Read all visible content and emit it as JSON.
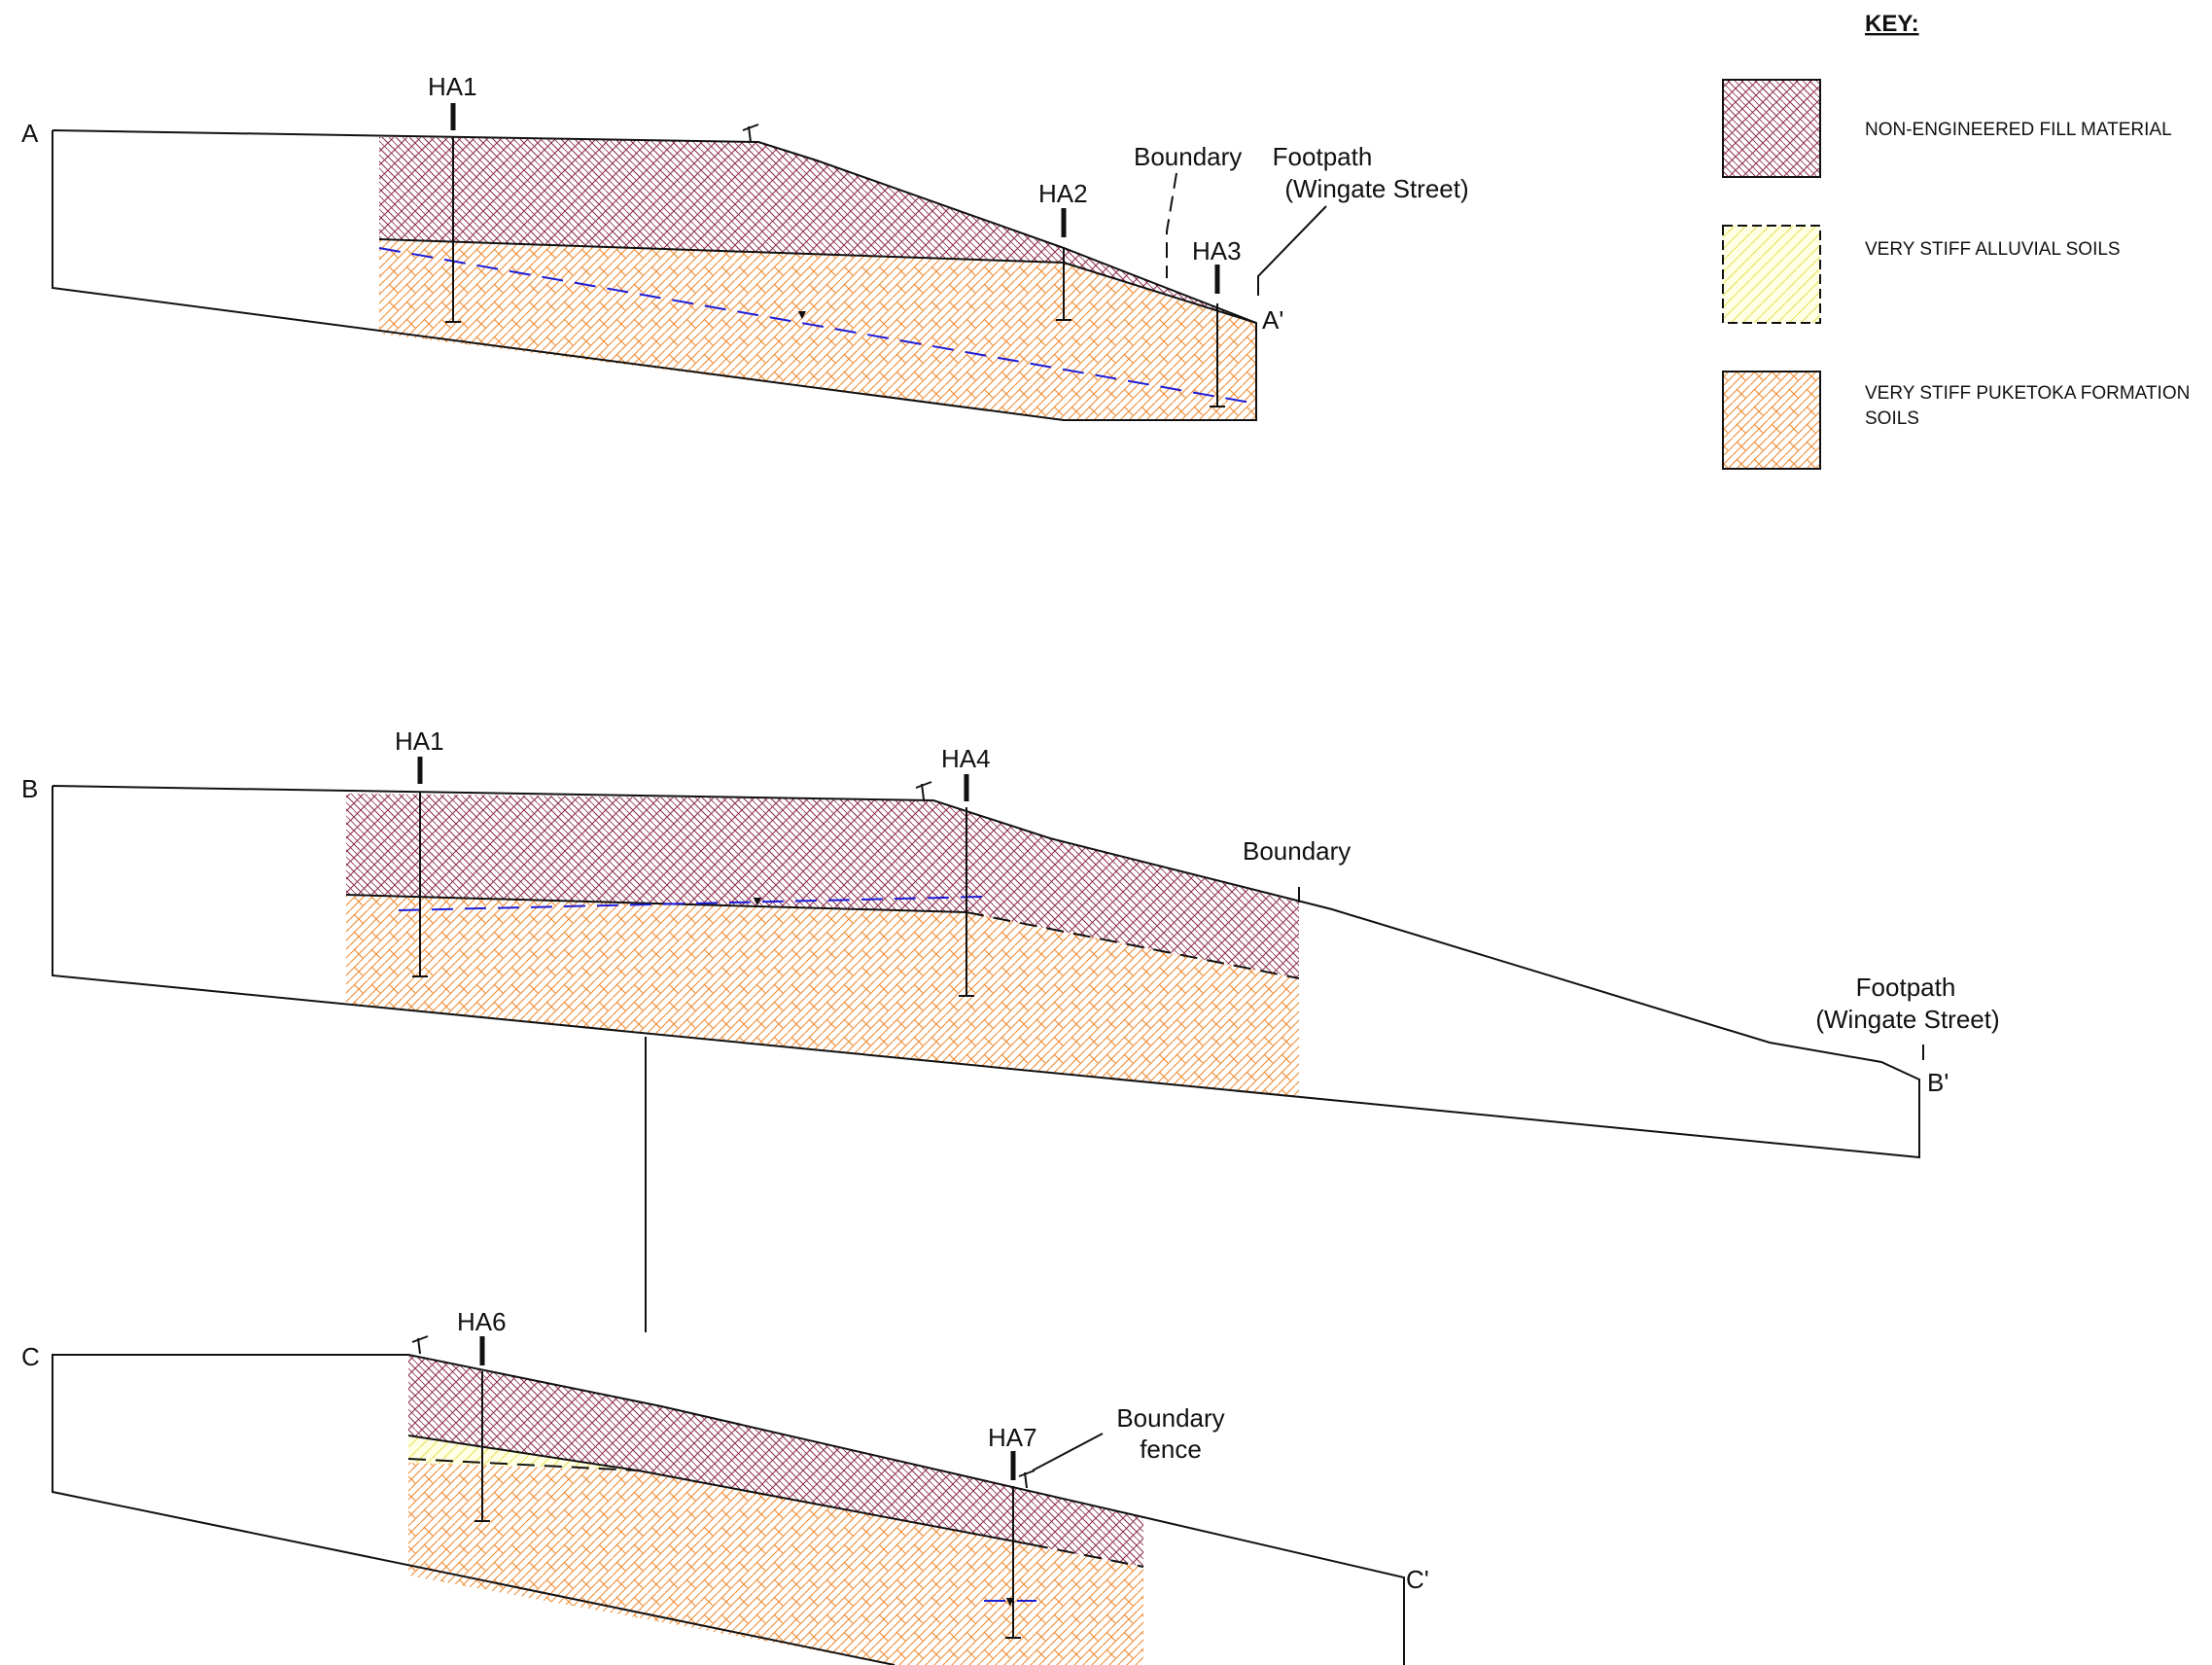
{
  "key": {
    "title": "KEY:",
    "items": [
      {
        "id": "fill",
        "label": "NON-ENGINEERED FILL MATERIAL",
        "color": "#8b2a4a",
        "bg": "#ffffff"
      },
      {
        "id": "alluvial",
        "label": "VERY STIFF ALLUVIAL SOILS",
        "color": "#e8e04a",
        "bg": "#ffffe6"
      },
      {
        "id": "puketoka",
        "label_line1": "VERY STIFF PUKETOKA FORMATION",
        "label_line2": "SOILS",
        "color": "#f08a30",
        "bg": "#ffffff"
      }
    ]
  },
  "sections": {
    "a": {
      "start": "A",
      "end": "A'",
      "boreholes": [
        "HA1",
        "HA2",
        "HA3"
      ],
      "boundary": "Boundary",
      "footpath_line1": "Footpath",
      "footpath_line2": "(Wingate Street)"
    },
    "b": {
      "start": "B",
      "end": "B'",
      "boreholes": [
        "HA1",
        "HA4"
      ],
      "boundary": "Boundary",
      "footpath_line1": "Footpath",
      "footpath_line2": "(Wingate Street)"
    },
    "c": {
      "start": "C",
      "end": "C'",
      "boreholes": [
        "HA6",
        "HA7"
      ],
      "boundary_line1": "Boundary",
      "boundary_line2": "fence"
    }
  },
  "colors": {
    "fill_hatch": "#8b2a4a",
    "alluvial_hatch": "#e8e04a",
    "puketoka_hatch": "#f08a30",
    "groundwater": "#1d1dd8"
  }
}
